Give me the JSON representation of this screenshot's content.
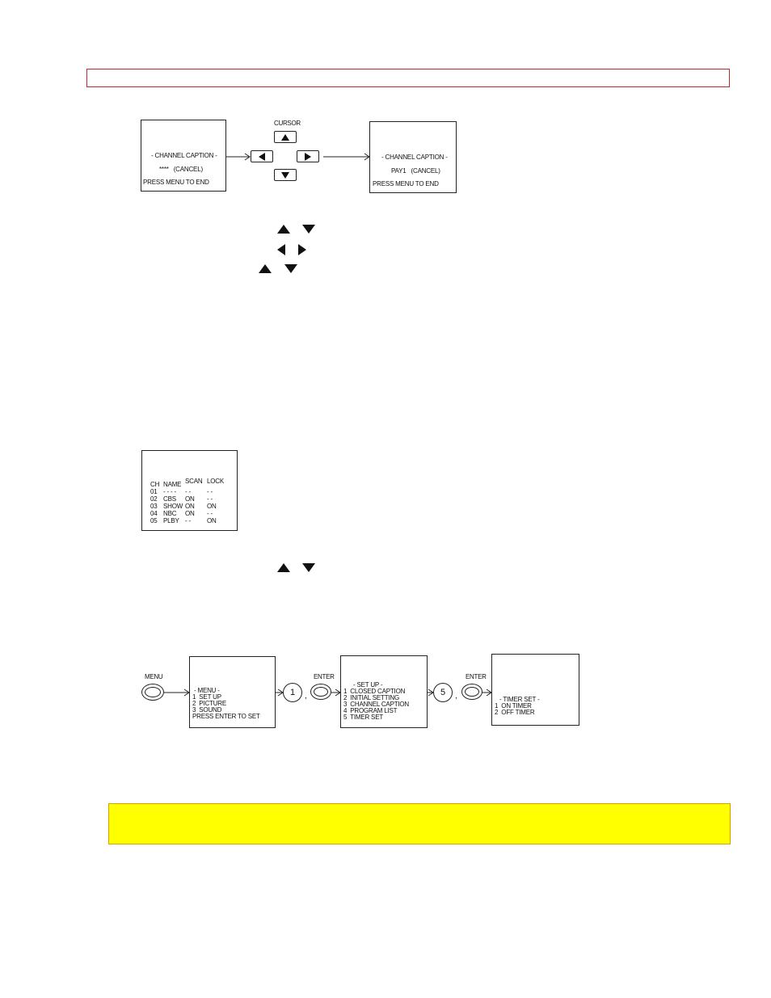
{
  "caption_diagram": {
    "left_screen": {
      "title": "- CHANNEL CAPTION -",
      "line2": "****   (CANCEL)",
      "footer": "PRESS MENU TO END"
    },
    "cursor_label": "CURSOR",
    "right_screen": {
      "title": "- CHANNEL CAPTION -",
      "line2": "PAY1   (CANCEL)",
      "footer": "PRESS MENU TO END"
    }
  },
  "program_list": {
    "headers": [
      "CH",
      "NAME",
      "SCAN",
      "LOCK"
    ],
    "rows": [
      [
        "01",
        "- - - -",
        "- -",
        "- -"
      ],
      [
        "02",
        "CBS",
        "ON",
        "- -"
      ],
      [
        "03",
        "SHOW",
        "ON",
        "ON"
      ],
      [
        "04",
        "NBC",
        "ON",
        "- -"
      ],
      [
        "05",
        "PLBY",
        "- -",
        "ON"
      ]
    ]
  },
  "timer_diagram": {
    "menu_key": "MENU",
    "enter_key_1": "ENTER",
    "enter_key_2": "ENTER",
    "num_1": "1",
    "num_2": "5",
    "menu_screen": [
      "- MENU -",
      "1  SET UP",
      "2  PICTURE",
      "3  SOUND",
      "PRESS ENTER TO SET"
    ],
    "setup_screen": [
      "- SET UP -",
      "1  CLOSED CAPTION",
      "2  INITIAL SETTING",
      "3  CHANNEL CAPTION",
      "4  PROGRAM LIST",
      "5  TIMER SET"
    ],
    "timer_screen": [
      "- TIMER SET -",
      "1  ON TIMER",
      "2  OFF TIMER"
    ]
  },
  "colors": {
    "header_border": "#c0282d",
    "note_fill": "#ffff00",
    "note_border": "#d8a000"
  }
}
